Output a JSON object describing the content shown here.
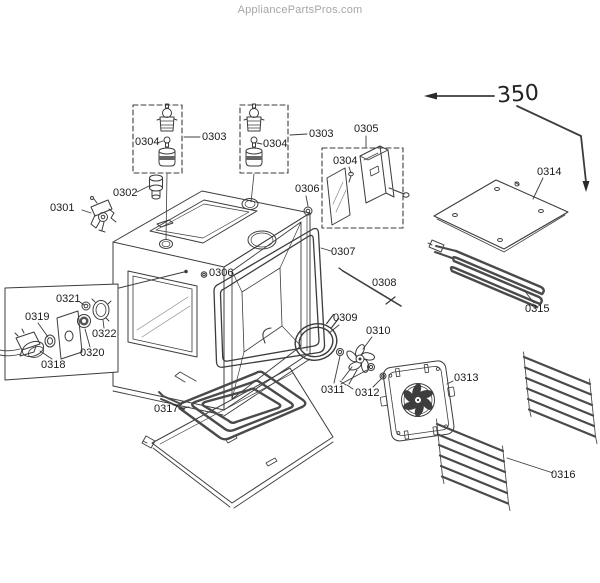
{
  "watermark": "AppliancePartsPros.com",
  "figure": {
    "ref_number": "350"
  },
  "parts": {
    "p0301": "0301",
    "p0302": "0302",
    "p0303": "0303",
    "p0304": "0304",
    "p0305": "0305",
    "p0306": "0306",
    "p0307": "0307",
    "p0308": "0308",
    "p0309": "0309",
    "p0310": "0310",
    "p0311": "0311",
    "p0312": "0312",
    "p0313": "0313",
    "p0314": "0314",
    "p0315": "0315",
    "p0316": "0316",
    "p0317": "0317",
    "p0318": "0318",
    "p0319": "0319",
    "p0320": "0320",
    "p0321": "0321",
    "p0322": "0322"
  },
  "colors": {
    "background": "#ffffff",
    "line": "#3c3c3c",
    "label_text": "#1b1b1b",
    "watermark_text": "#a6a6a6"
  }
}
